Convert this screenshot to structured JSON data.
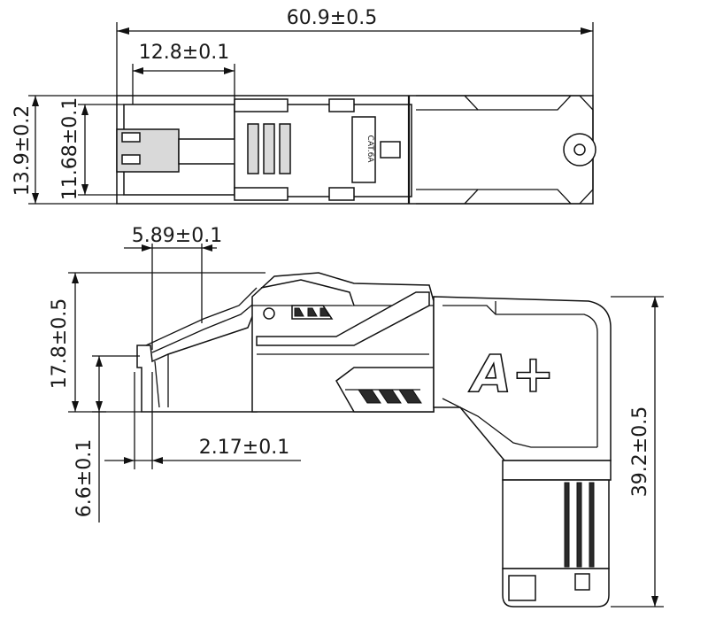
{
  "dimensions": {
    "overall_length": "60.9±0.5",
    "plug_length": "12.8±0.1",
    "total_width": "13.9±0.2",
    "plug_width": "11.68±0.1",
    "latch_offset": "5.89±0.1",
    "front_height": "17.8±0.5",
    "nose_height": "6.6±0.1",
    "nose_thickness": "2.17±0.1",
    "overall_height": "39.2±0.5"
  },
  "markings": {
    "category_label": "CAT.6A",
    "logo": "A+"
  }
}
